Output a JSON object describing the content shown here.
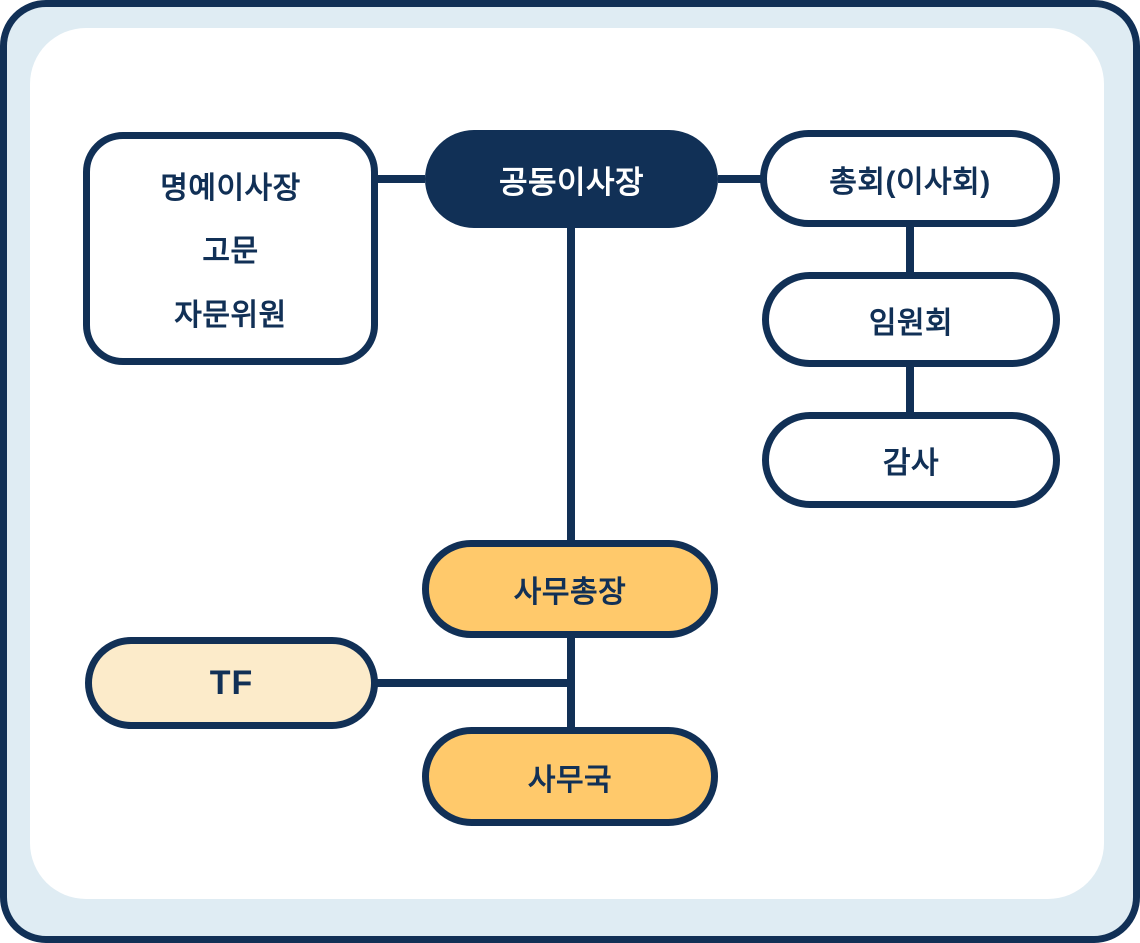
{
  "colors": {
    "navy": "#113056",
    "orange": "#FFC96B",
    "cream": "#FCEBCA",
    "frame_band": "#DFECF3",
    "panel": "#FFFFFF",
    "text_on_navy": "#FFFFFF"
  },
  "nodes": {
    "honorary": {
      "lines": [
        "명예이사장",
        "고문",
        "자문위원"
      ]
    },
    "co_chair": {
      "label": "공동이사장"
    },
    "assembly": {
      "label": "총회(이사회)"
    },
    "executive": {
      "label": "임원회"
    },
    "audit": {
      "label": "감사"
    },
    "secretary_general": {
      "label": "사무총장"
    },
    "tf": {
      "label": "TF"
    },
    "secretariat": {
      "label": "사무국"
    }
  },
  "edges": [
    {
      "from": "honorary",
      "to": "co_chair"
    },
    {
      "from": "co_chair",
      "to": "assembly"
    },
    {
      "from": "assembly",
      "to": "executive"
    },
    {
      "from": "executive",
      "to": "audit"
    },
    {
      "from": "co_chair",
      "to": "secretary_general"
    },
    {
      "from": "secretary_general",
      "to": "secretariat"
    },
    {
      "from": "tf",
      "to": "secretariat"
    }
  ]
}
